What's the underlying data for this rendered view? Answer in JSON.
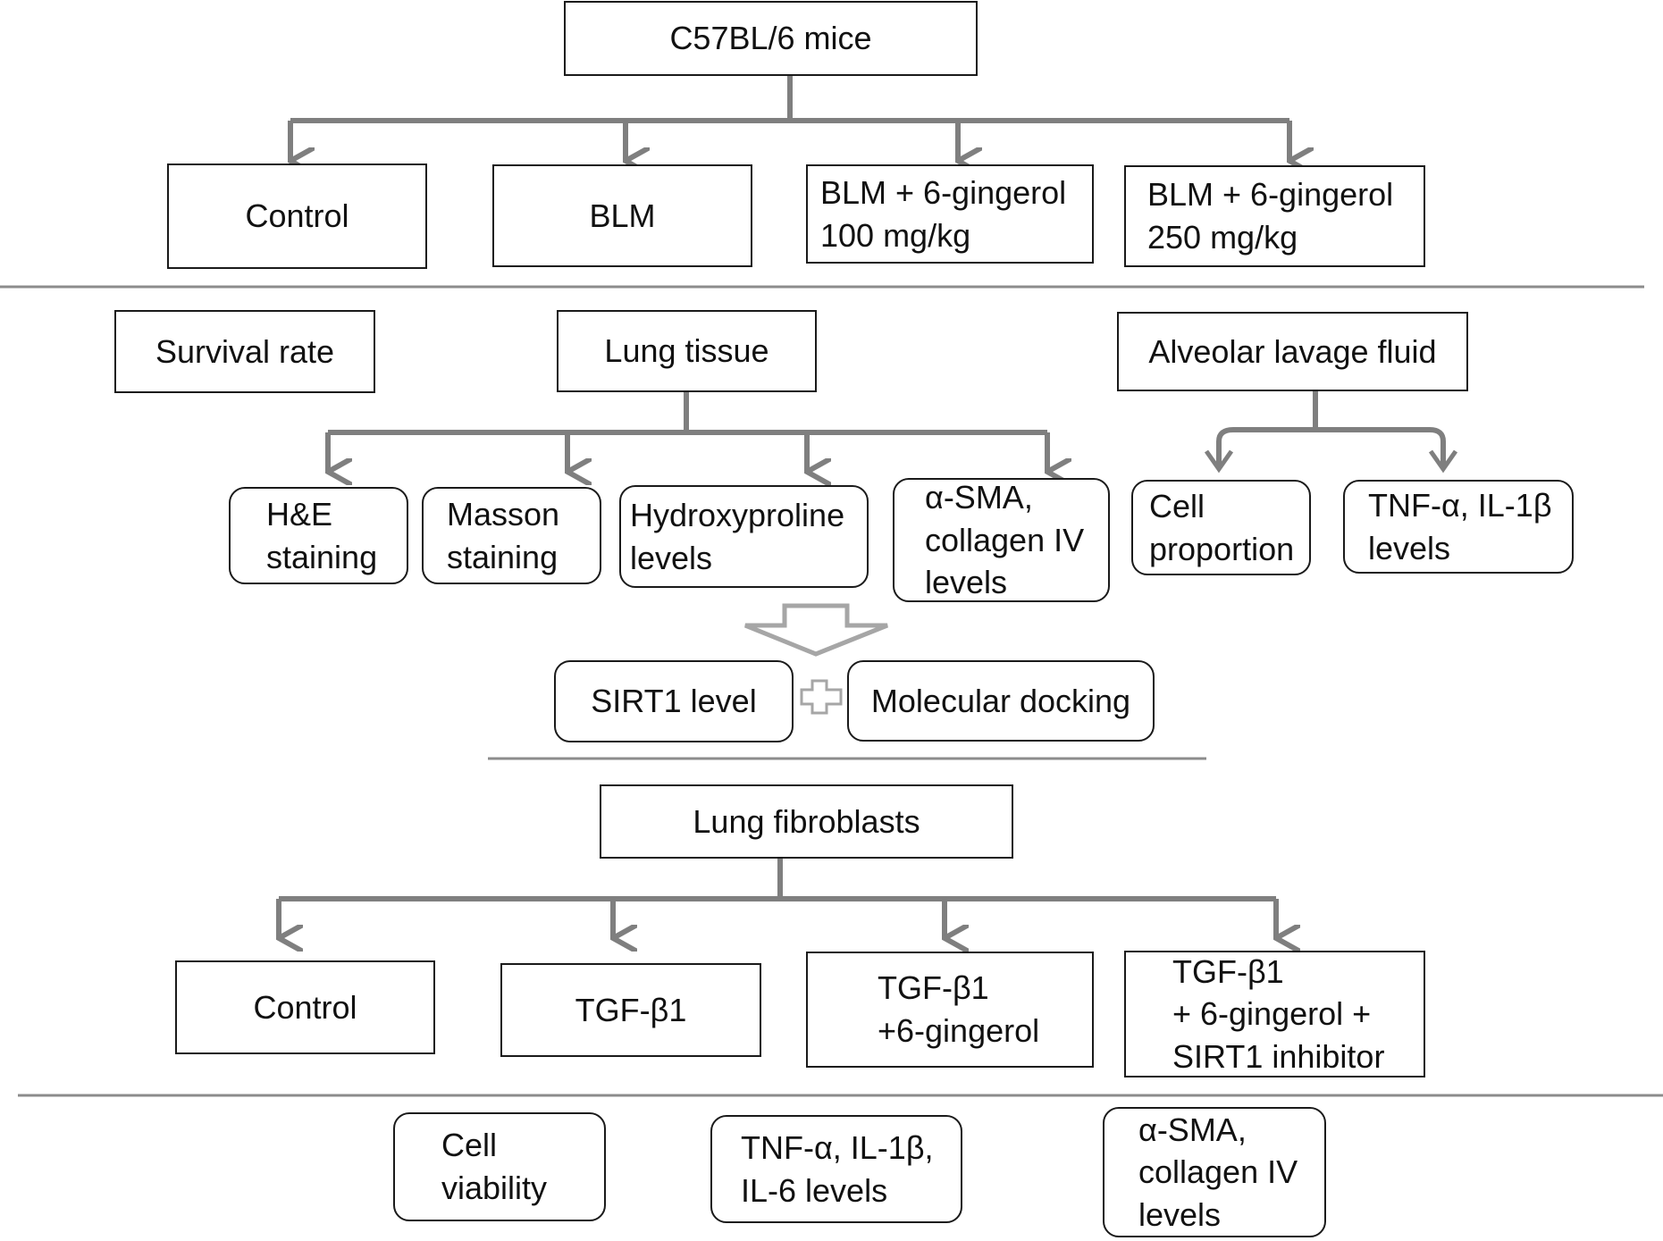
{
  "study": {
    "root": "C57BL/6 mice",
    "in_vivo_groups": [
      "Control",
      "BLM",
      "BLM + 6-gingerol\n100 mg/kg",
      "BLM + 6-gingerol\n250 mg/kg"
    ],
    "assessments": {
      "survival": "Survival rate",
      "lung_tissue": "Lung tissue",
      "lung_tissue_assays": [
        "H&E\nstaining",
        "Masson\nstaining",
        "Hydroxyproline\nlevels",
        "α-SMA,\ncollagen IV\nlevels"
      ],
      "balf": "Alveolar lavage fluid",
      "balf_assays": [
        "Cell\nproportion",
        "TNF-α, IL-1β\nlevels"
      ]
    },
    "mechanism": {
      "sirt1": "SIRT1 level",
      "docking": "Molecular docking"
    },
    "in_vitro": {
      "root": "Lung fibroblasts",
      "groups": [
        "Control",
        "TGF-β1",
        "TGF-β1\n+6-gingerol",
        "TGF-β1\n+ 6-gingerol +\nSIRT1 inhibitor"
      ],
      "assays": [
        "Cell\nviability",
        "TNF-α, IL-1β,\nIL-6 levels",
        "α-SMA,\ncollagen IV\nlevels"
      ]
    }
  },
  "colors": {
    "connector": "#7f7f7f",
    "divider": "#8c8c8c",
    "box_border": "#1a1a1a",
    "hollow_arrow": "#a6a6a6"
  }
}
